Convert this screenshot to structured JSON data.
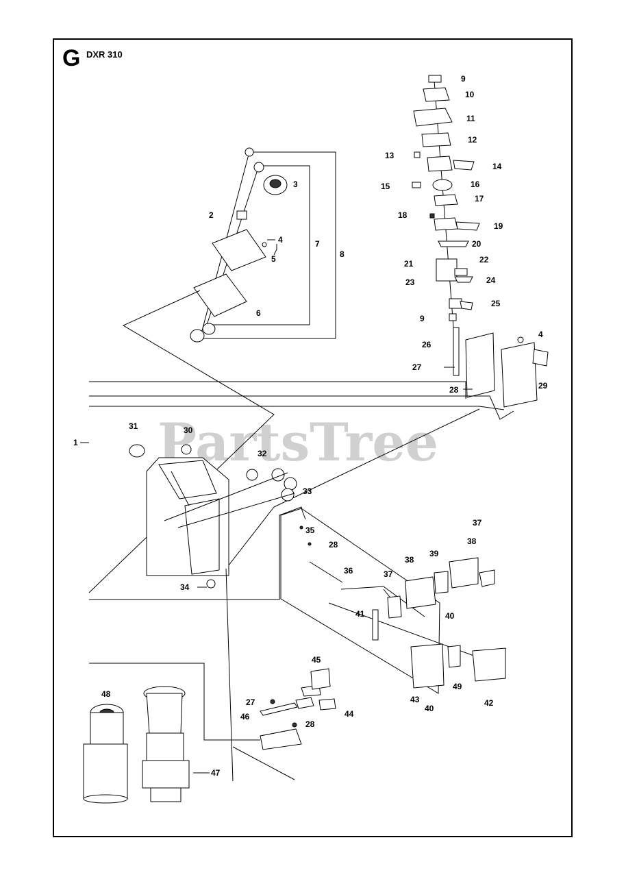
{
  "header": {
    "section_letter": "G",
    "model": "DXR 310"
  },
  "watermark": "PartsTree",
  "labels": [
    "1",
    "2",
    "3",
    "4",
    "5",
    "6",
    "7",
    "8",
    "9",
    "10",
    "11",
    "12",
    "13",
    "14",
    "15",
    "16",
    "17",
    "18",
    "19",
    "20",
    "21",
    "22",
    "23",
    "24",
    "25",
    "9",
    "26",
    "27",
    "4",
    "28",
    "29",
    "31",
    "30",
    "32",
    "33",
    "35",
    "28",
    "36",
    "37",
    "38",
    "39",
    "38",
    "37",
    "34",
    "41",
    "40",
    "45",
    "27",
    "46",
    "44",
    "28",
    "43",
    "40",
    "49",
    "42",
    "48",
    "47"
  ]
}
